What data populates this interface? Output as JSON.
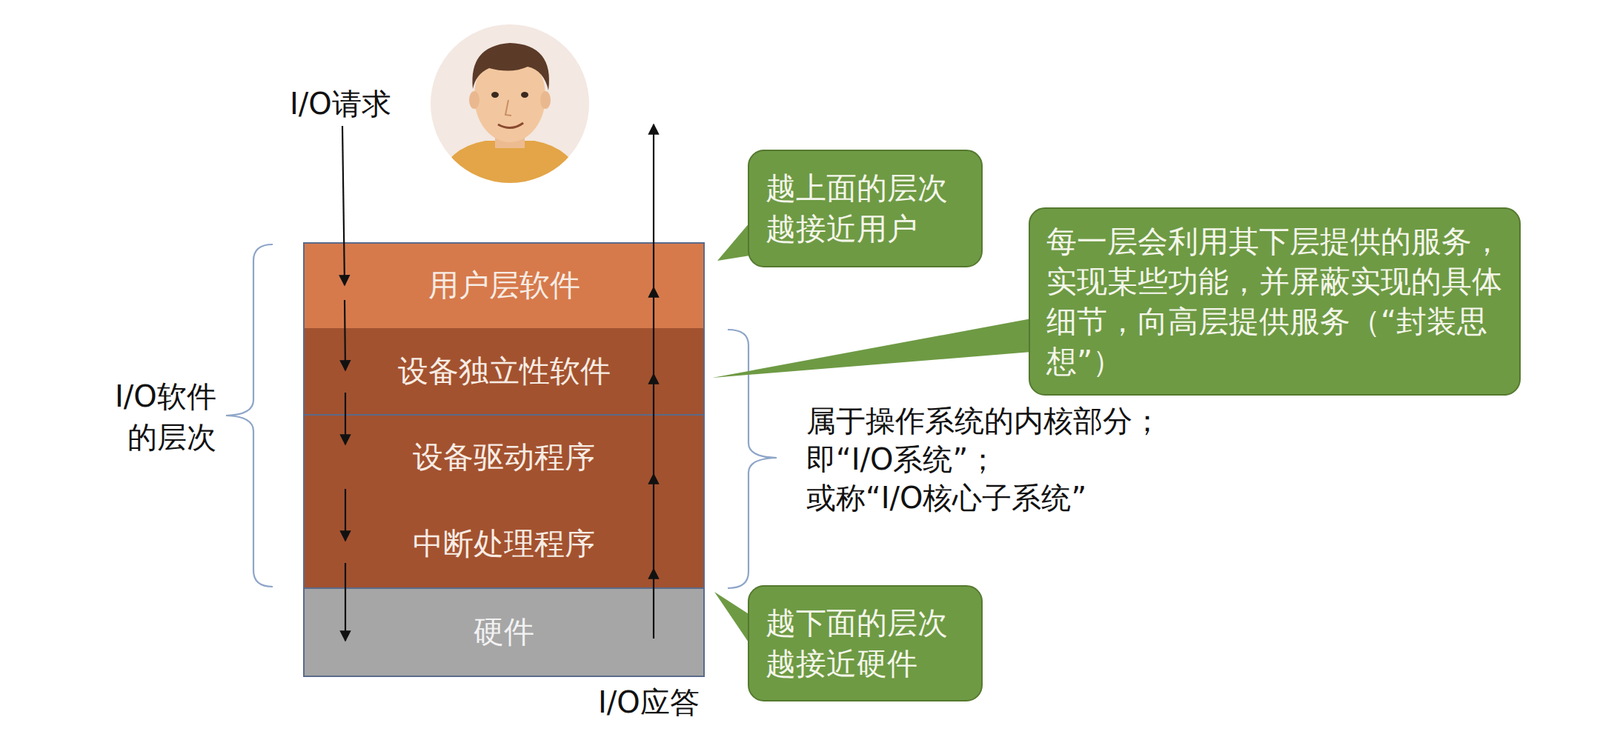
{
  "diagram": {
    "nodes": [
      {
        "text": [
          "用户层软件"
        ]
      },
      {
        "text": [
          "设备独立性软件"
        ]
      },
      {
        "text": [
          "设备驱动程序"
        ]
      },
      {
        "text": [
          "中断处理程序"
        ]
      },
      {
        "text": [
          "硬件"
        ]
      },
      {
        "text": [
          "越上面的层次越接近用户"
        ]
      },
      {
        "text": [
          "每一层会利用其下层提供的服务，实现某些功能，并屏蔽实现的具体细节，向高层提供服务（“封装思想”）"
        ]
      },
      {
        "text": [
          "越下面的层次越接近硬件"
        ]
      }
    ],
    "labels": [
      "I/O请求",
      "I/O应答",
      "I/O软件",
      "的层次",
      "属于操作系统的内核部分；",
      "即“I/O系统”；",
      "或称“I/O核心子系统”"
    ]
  }
}
